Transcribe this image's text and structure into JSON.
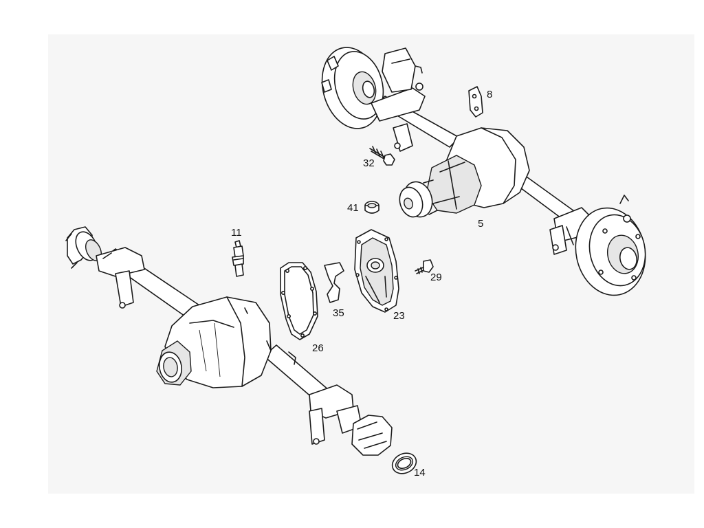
{
  "callouts": {
    "c8": "8",
    "c32": "32",
    "c41": "41",
    "c5": "5",
    "c11": "11",
    "c35": "35",
    "c23": "23",
    "c29": "29",
    "c26": "26",
    "c14": "14"
  },
  "colors": {
    "line": "#1a1a1a",
    "panel": "#f6f6f6",
    "background": "#ffffff"
  }
}
